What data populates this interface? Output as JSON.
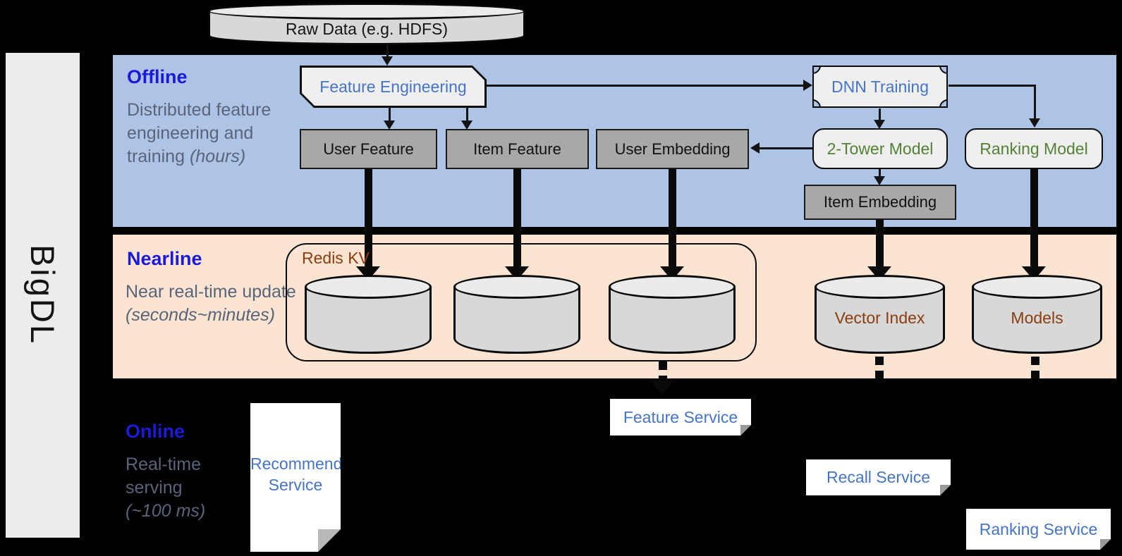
{
  "brand": {
    "label": "BigDL"
  },
  "raw_data": {
    "label": "Raw Data (e.g. HDFS)"
  },
  "sections": {
    "offline": {
      "title": "Offline",
      "description": "Distributed feature engineering and training",
      "description_note": "(hours)"
    },
    "nearline": {
      "title": "Nearline",
      "description": "Near real-time update",
      "description_note": "(seconds~minutes)"
    },
    "online": {
      "title": "Online",
      "description": "Real-time serving",
      "description_note": "(~100 ms)"
    }
  },
  "nodes": {
    "feature_engineering": "Feature Engineering",
    "dnn_training": "DNN Training",
    "user_feature": "User Feature",
    "item_feature": "Item Feature",
    "user_embedding": "User Embedding",
    "two_tower_model": "2-Tower Model",
    "ranking_model": "Ranking Model",
    "item_embedding": "Item Embedding"
  },
  "stores": {
    "redis_kv": "Redis KV",
    "vector_index": "Vector Index",
    "models": "Models"
  },
  "services": {
    "recommender": "Recommender Service",
    "feature": "Feature Service",
    "recall": "Recall Service",
    "ranking": "Ranking Service"
  },
  "colors": {
    "offline_bg": "#adc4e7",
    "nearline_bg": "#fce4d2",
    "online_bg": "#000000",
    "section_title": "#1b1bd7",
    "section_description": "#59647a",
    "process_text": "#4674c6",
    "model_text": "#538135",
    "store_text": "#8a3e10",
    "service_text": "#4674c6",
    "gray_node_bg": "#a8a8a8",
    "cylinder_bg": "#d8d8d8"
  }
}
